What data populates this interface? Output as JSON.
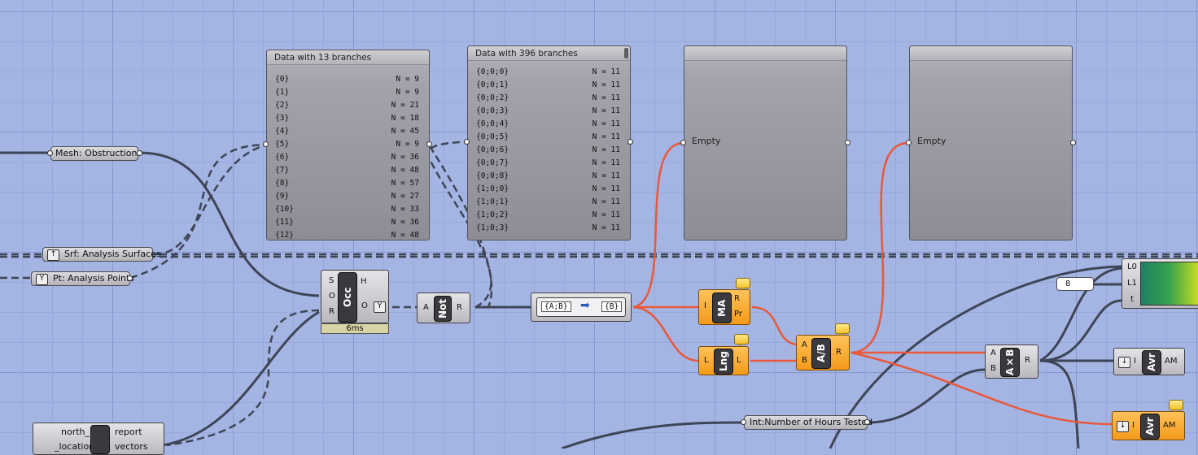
{
  "panels": [
    {
      "header": "Data with 13 branches",
      "rows": [
        {
          "path": "{0}",
          "count": "N = 9"
        },
        {
          "path": "{1}",
          "count": "N = 9"
        },
        {
          "path": "{2}",
          "count": "N = 21"
        },
        {
          "path": "{3}",
          "count": "N = 18"
        },
        {
          "path": "{4}",
          "count": "N = 45"
        },
        {
          "path": "{5}",
          "count": "N = 9"
        },
        {
          "path": "{6}",
          "count": "N = 36"
        },
        {
          "path": "{7}",
          "count": "N = 48"
        },
        {
          "path": "{8}",
          "count": "N = 57"
        },
        {
          "path": "{9}",
          "count": "N = 27"
        },
        {
          "path": "{10}",
          "count": "N = 33"
        },
        {
          "path": "{11}",
          "count": "N = 36"
        },
        {
          "path": "{12}",
          "count": "N = 48"
        }
      ]
    },
    {
      "header": "Data with 396 branches",
      "rows": [
        {
          "path": "{0;0;0}",
          "count": "N = 11"
        },
        {
          "path": "{0;0;1}",
          "count": "N = 11"
        },
        {
          "path": "{0;0;2}",
          "count": "N = 11"
        },
        {
          "path": "{0;0;3}",
          "count": "N = 11"
        },
        {
          "path": "{0;0;4}",
          "count": "N = 11"
        },
        {
          "path": "{0;0;5}",
          "count": "N = 11"
        },
        {
          "path": "{0;0;6}",
          "count": "N = 11"
        },
        {
          "path": "{0;0;7}",
          "count": "N = 11"
        },
        {
          "path": "{0;0;8}",
          "count": "N = 11"
        },
        {
          "path": "{1;0;0}",
          "count": "N = 11"
        },
        {
          "path": "{1;0;1}",
          "count": "N = 11"
        },
        {
          "path": "{1;0;2}",
          "count": "N = 11"
        },
        {
          "path": "{1;0;3}",
          "count": "N = 11"
        }
      ]
    },
    {
      "text": "Empty"
    },
    {
      "text": "Empty"
    }
  ],
  "params": {
    "mesh": "Mesh: Obstructions",
    "srf": "Srf: Analysis Surfaces",
    "pt": "Pt: Analysis Points",
    "hours": "Int:Number of Hours Tested",
    "slider": "8"
  },
  "occ": {
    "nick": "Occ",
    "in": [
      "S",
      "O",
      "R"
    ],
    "out": [
      "H",
      "O"
    ],
    "time": "6ms"
  },
  "not": {
    "nick": "Not",
    "in": "A",
    "out": "R"
  },
  "path_mapper": {
    "from": "{A;B}",
    "to": "{B}"
  },
  "ma": {
    "nick": "MA",
    "in": "I",
    "out": [
      "R",
      "Pr"
    ]
  },
  "lng": {
    "nick": "Lng",
    "in": "L",
    "out": "L"
  },
  "div": {
    "nick": "A/B",
    "in": [
      "A",
      "B"
    ],
    "out": "R"
  },
  "mult": {
    "nick": "A×B",
    "in": [
      "A",
      "B"
    ],
    "out": "R"
  },
  "avr1": {
    "nick": "Avr",
    "in": "I",
    "out": "AM"
  },
  "avr2": {
    "nick": "Avr",
    "in": "I",
    "out": "AM"
  },
  "gradient": {
    "in": [
      "L0",
      "L1",
      "t"
    ]
  },
  "ladybug": {
    "in": [
      "north_",
      "_location"
    ],
    "out": [
      "report",
      "vectors"
    ]
  },
  "colors": {
    "canvas": "#a5b5e3",
    "wire_normal": "#3e4557",
    "wire_selected": "#e8583a",
    "component_selected": "#f7a32a"
  }
}
